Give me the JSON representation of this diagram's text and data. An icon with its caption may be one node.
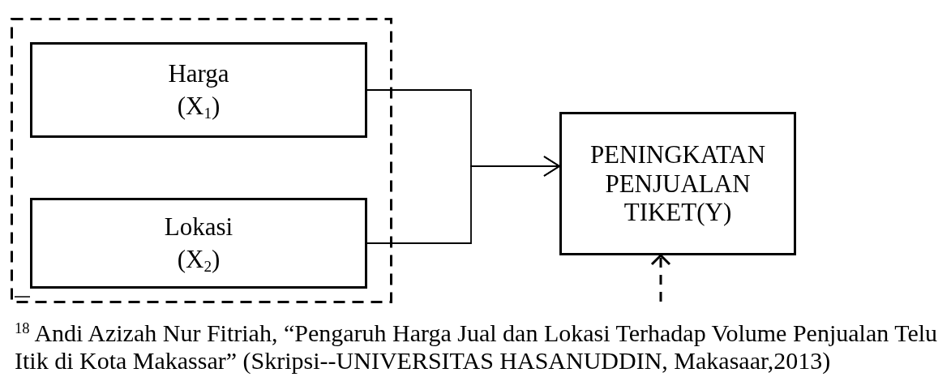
{
  "diagram": {
    "nodes": [
      {
        "text": [],
        "shape": "box"
      },
      {
        "text": [
          "Harga",
          "(X$_{1}$)"
        ],
        "in": 0
      },
      {
        "text": [
          "Lokasi",
          "(X$_{2}$)"
        ],
        "in": 0
      },
      {
        "text": [
          "PENINGKATAN PENJUALAN TIKET(Y)"
        ]
      }
    ],
    "edges": [
      {
        "from": 1,
        "to": 3,
        "arrow": "to"
      },
      {
        "from": 2,
        "to": 3,
        "arrow": "to"
      },
      {
        "from": null,
        "to": 3,
        "arrow": "to",
        "style": "dashed"
      }
    ],
    "labels": [
      "$^{18}$ Andi Azizah Nur Fitriah, “Pengaruh Harga Jual dan Lokasi Terhadap Volume Penjualan Telu Itik di Kota Makassar” (Skripsi--UNIVERSITAS HASANUDDIN, Makasaar,2013)"
    ]
  }
}
